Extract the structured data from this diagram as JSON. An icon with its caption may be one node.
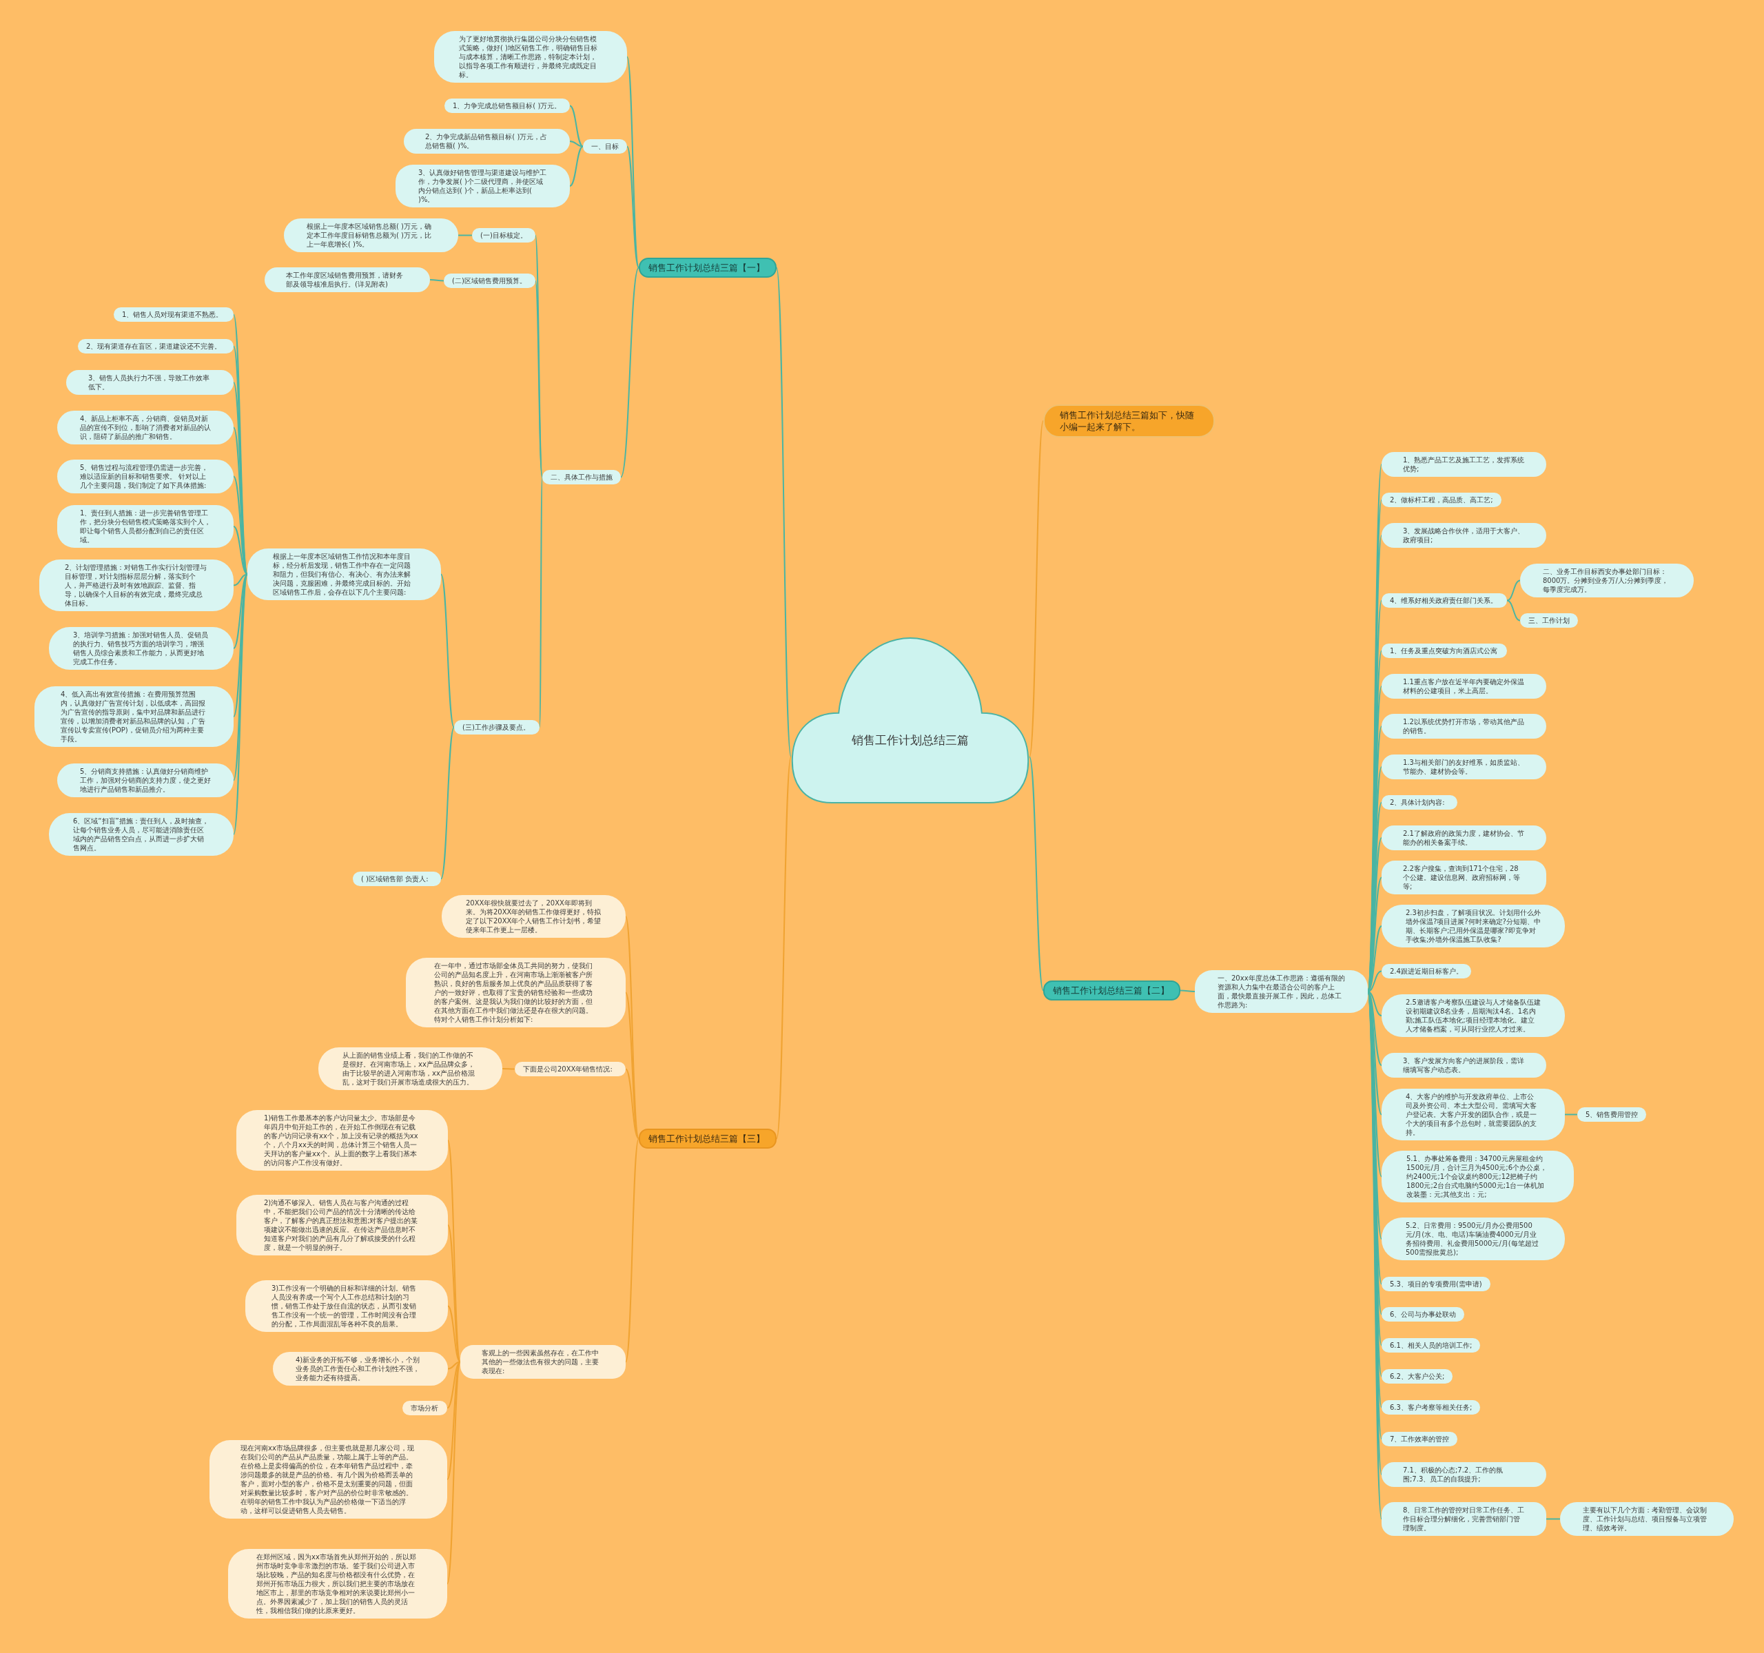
{
  "diagram": {
    "nodes": [
      {
        "text": [
          "销售工作计划总结三篇"
        ]
      },
      {
        "text": [
          "销售工作计划总结三篇【一】"
        ]
      },
      {
        "text": [
          "为了更好地贯彻执行集团公司分块分包销售模式策略，做好( )地区销售工作，明确销售目标与成本核算，清晰工作思路，特制定本计划，以指导各项工作有顺进行，并最终完成既定目标。"
        ]
      },
      {
        "text": [
          "一、目标"
        ]
      },
      {
        "text": [
          "1、力争完成总销售额目标( )万元。"
        ]
      },
      {
        "text": [
          "2、力争完成新品销售额目标( )万元，占总销售额( )%。"
        ]
      },
      {
        "text": [
          "3、认真做好销售管理与渠道建设与维护工作，力争发展( )个二级代理商，并使区域内分销点达到( )个，新品上柜率达到( )%。"
        ]
      },
      {
        "text": [
          "二、具体工作与措施"
        ]
      },
      {
        "text": [
          "(一)目标核定。"
        ]
      },
      {
        "text": [
          "根据上一年度本区域销售总额( )万元，确定本工作年度目标销售总额为( )万元，比上一年底增长( )%。"
        ]
      },
      {
        "text": [
          "(二)区域销售费用预算。"
        ]
      },
      {
        "text": [
          "本工作年度区域销售费用预算，请财务部及领导核准后执行。(详见附表)"
        ]
      },
      {
        "text": [
          "(三)工作步骤及要点。"
        ]
      },
      {
        "text": [
          "根据上一年度本区域销售工作情况和本年度目标，经分析后发现，销售工作中存在一定问题和阻力，但我们有信心、有决心、有办法来解决问题，克服困难，并最终完成目标的。开始区域销售工作后，会存在以下几个主要问题:"
        ]
      },
      {
        "text": [
          "1、销售人员对现有渠道不熟悉。"
        ]
      },
      {
        "text": [
          "2、现有渠道存在盲区，渠道建设还不完善。"
        ]
      },
      {
        "text": [
          "3、销售人员执行力不强，导致工作效率低下。"
        ]
      },
      {
        "text": [
          "4、新品上柜率不高，分销商、促销员对新品的宣传不到位，影响了消费者对新品的认识，阻碍了新品的推广和销售。"
        ]
      },
      {
        "text": [
          "5、销售过程与流程管理仍需进一步完善，难以适应新的目标和销售要求。 针对以上几个主要问题，我们制定了如下具体措施:"
        ]
      },
      {
        "text": [
          "1、责任到人措施：进一步完善销售管理工作，把分块分包销售模式策略落实到个人，即让每个销售人员都分配到自己的责任区域。"
        ]
      },
      {
        "text": [
          "2、计划管理措施：对销售工作实行计划管理与目标管理，对计划指标层层分解，落实到个人，并严格进行及时有效地跟踪、监督、指导，以确保个人目标的有效完成，最终完成总体目标。"
        ]
      },
      {
        "text": [
          "3、培训学习措施：加强对销售人员、促销员的执行力、销售技巧方面的培训学习，增强销售人员综合素质和工作能力，从而更好地完成工作任务。"
        ]
      },
      {
        "text": [
          "4、低入高出有效宣传措施：在费用预算范围内，认真做好广告宣传计划，以低成本，高回报为广告宣传的指导原则，集中对品牌和新品进行宣传，以增加消费者对新品和品牌的认知，广告宣传以专卖宣传(POP)，促销员介绍为两种主要手段。"
        ]
      },
      {
        "text": [
          "5、分销商支持措施：认真做好分销商维护工作，加强对分销商的支持力度，使之更好地进行产品销售和新品推介。"
        ]
      },
      {
        "text": [
          "6、区域“扫盲”措施：责任到人，及时抽查，让每个销售业务人员，尽可能进消除责任区域内的产品销售空白点，从而进一步扩大销售网点。"
        ]
      },
      {
        "text": [
          "( )区域销售部 负责人:"
        ]
      },
      {
        "text": [
          "销售工作计划总结三篇如下，快随小编一起来了解下。"
        ]
      },
      {
        "text": [
          "销售工作计划总结三篇【二】"
        ]
      },
      {
        "text": [
          "一、20xx年度总体工作思路：遵循有限的资源和人力集中在最适合公司的客户上面，最快最直接开展工作，因此，总体工作思路为:"
        ]
      },
      {
        "text": [
          "1、熟悉产品工艺及施工工艺，发挥系统优势;"
        ]
      },
      {
        "text": [
          "2、做标杆工程，高品质、高工艺;"
        ]
      },
      {
        "text": [
          "3、发展战略合作伙伴，适用于大客户、政府项目;"
        ]
      },
      {
        "text": [
          "4、维系好相关政府责任部门关系。"
        ]
      },
      {
        "text": [
          "二、业务工作目标西安办事处部门目标：8000万。分摊到业务万/人;分摊到季度，每季度完成万。"
        ]
      },
      {
        "text": [
          "三、工作计划"
        ]
      },
      {
        "text": [
          "1、任务及重点突破方向酒店式公寓"
        ]
      },
      {
        "text": [
          "1.1重点客户放在近半年内要确定外保温材料的公建项目，米上高层。"
        ]
      },
      {
        "text": [
          "1.2以系统优势打开市场，带动其他产品的销售。"
        ]
      },
      {
        "text": [
          "1.3与相关部门的友好维系，如质监站、节能办、建材协会等。"
        ]
      },
      {
        "text": [
          "2、具体计划内容:"
        ]
      },
      {
        "text": [
          "2.1了解政府的政策力度，建材协会、节能办的相关备案手续。"
        ]
      },
      {
        "text": [
          "2.2客户搜集，查询到171个住宅，28个公建。建设信息网、政府招标网，等等;"
        ]
      },
      {
        "text": [
          "2.3初步扫盘，了解项目状况。计划用什么外墙外保温?项目进展?何时来确定?分短期、中期、长期客户;已用外保温是哪家?即竞争对手收集;外墙外保温施工队收集?"
        ]
      },
      {
        "text": [
          "2.4跟进近期目标客户。"
        ]
      },
      {
        "text": [
          "2.5邀请客户考察队伍建设与人才储备队伍建设初期建议8名业务，后期淘汰4名。1名内勤;施工队伍本地化;项目经理本地化。建立人才储备档案，可从同行业挖人才过来。"
        ]
      },
      {
        "text": [
          "3、客户发展方向客户的进展阶段，需详细填写客户动态表。"
        ]
      },
      {
        "text": [
          "4、大客户的维护与开发政府单位、上市公司及外资公司、本土大型公司。需填写大客户登记表。大客户开发的团队合作，或是一个大的项目有多个总包时，就需要团队的支持。"
        ]
      },
      {
        "text": [
          "5、销售费用管控"
        ]
      },
      {
        "text": [
          "5.1、办事处筹备费用：34700元房屋租金约1500元/月，合计三月为4500元;6个办公桌，约2400元;1个会议桌约800元;12把椅子约1800元;2台台式电脑约5000元;1台一体机加改装墨：元;其他支出：元;"
        ]
      },
      {
        "text": [
          "5.2、日常费用：9500元/月办公费用500元/月(水、电、电话)车辆油费4000元/月业务招待费用、礼金费用5000元/月(每笔超过500需报批黄总);"
        ]
      },
      {
        "text": [
          "5.3、项目的专项费用(需申请)"
        ]
      },
      {
        "text": [
          "6、公司与办事处联动"
        ]
      },
      {
        "text": [
          "6.1、相关人员的培训工作;"
        ]
      },
      {
        "text": [
          "6.2、大客户公关;"
        ]
      },
      {
        "text": [
          "6.3、客户考察等相关任务;"
        ]
      },
      {
        "text": [
          "7、工作效率的管控"
        ]
      },
      {
        "text": [
          "7.1、积极的心态;7.2、工作的氛围;7.3、员工的自我提升;"
        ]
      },
      {
        "text": [
          "8、日常工作的管控对日常工作任务、工作目标合理分解细化，完善营销部门管理制度。"
        ]
      },
      {
        "text": [
          "主要有以下几个方面：考勤管理、会议制度、工作计划与总结、项目报备与立项管理、绩效考评。"
        ]
      },
      {
        "text": [
          "销售工作计划总结三篇【三】"
        ]
      },
      {
        "text": [
          "20XX年很快就要过去了，20XX年即将到来。为将20XX年的销售工作做得更好，特拟定了以下20XX年个人销售工作计划书，希望使来年工作更上一层楼。"
        ]
      },
      {
        "text": [
          "在一年中，通过市场部全体员工共同的努力，使我们公司的产品知名度上升，在河南市场上渐渐被客户所熟识，良好的售后服务加上优良的产品品质获得了客户的一致好评，也取得了宝贵的销售经验和一些成功的客户案例。这是我认为我们做的比较好的方面，但在其他方面在工作中我们做法还是存在很大的问题。特对个人销售工作计划分析如下:"
        ]
      },
      {
        "text": [
          "下面是公司20XX年销售情况:"
        ]
      },
      {
        "text": [
          "从上面的销售业绩上看，我们的工作做的不是很好。在河南市场上，xx产品品牌众多，由于比较早的进入河南市场，xx产品价格混乱，这对于我们开展市场造成很大的压力。"
        ]
      },
      {
        "text": [
          "客观上的一些因素虽然存在，在工作中其他的一些做法也有很大的问题，主要表现在:"
        ]
      },
      {
        "text": [
          "1)销售工作最基本的客户访问量太少。市场部是今年四月中旬开始工作的，在开始工作倒现在有记载的客户访问记录有xx个，加上没有记录的概括为xx个，八个月xx天的时间，总体计算三个销售人员一天拜访的客户量xx个。从上面的数字上看我们基本的访问客户工作没有做好。"
        ]
      },
      {
        "text": [
          "2)沟通不够深入。销售人员在与客户沟通的过程中，不能把我们公司产品的情况十分清晰的传达给客户，了解客户的真正想法和意图;对客户提出的某项建议不能做出迅速的反应。在传达产品信息时不知道客户对我们的产品有几分了解或接受的什么程度，就是一个明显的例子。"
        ]
      },
      {
        "text": [
          "3)工作没有一个明确的目标和详细的计划。销售人员没有养成一个写个人工作总结和计划的习惯，销售工作处于放任自流的状态，从而引发销售工作没有一个统一的管理，工作时间没有合理的分配，工作局面混乱等各种不良的后果。"
        ]
      },
      {
        "text": [
          "4)新业务的开拓不够，业务增长小，个别业务员的工作责任心和工作计划性不强，业务能力还有待提高。"
        ]
      },
      {
        "text": [
          "市场分析"
        ]
      },
      {
        "text": [
          "现在河南xx市场品牌很多，但主要也就是那几家公司，现在我们公司的产品从产品质量，功能上属于上等的产品。在价格上是卖得偏高的价位，在本年销售产品过程中，牵涉问题最多的就是产品的价格。有几个因为价格而丢单的客户，面对小型的客户，价格不是太别重要的问题，但面对采购数量比较多时，客户对产品的价位时非常敏感的。在明年的销售工作中我认为产品的价格做一下适当的浮动，这样可以促进销售人员去销售。"
        ]
      },
      {
        "text": [
          "在郑州区域，因为xx市场首先从郑州开始的，所以郑州市场时竞争非常激烈的市场。签于我们公司进入市场比较晚，产品的知名度与价格都没有什么优势，在郑州开拓市场压力很大，所以我们把主要的市场放在地区市上，那里的市场竞争相对的来说要比郑州小一点。外界因素减少了，加上我们的销售人员的灵活性，我相信我们做的比原来更好。"
        ]
      }
    ],
    "edges": [
      {
        "from": 0,
        "to": 1,
        "arrow": "none"
      },
      {
        "from": 0,
        "to": 26,
        "arrow": "none",
        "color": "#f0a332"
      },
      {
        "from": 0,
        "to": 27,
        "arrow": "none"
      },
      {
        "from": 0,
        "to": 59,
        "arrow": "none",
        "color": "#f0a332"
      },
      {
        "from": 1,
        "to": 2,
        "arrow": "none"
      },
      {
        "from": 1,
        "to": 3,
        "arrow": "none"
      },
      {
        "from": 1,
        "to": 7,
        "arrow": "none"
      },
      {
        "from": 3,
        "to": 4,
        "arrow": "none"
      },
      {
        "from": 3,
        "to": 5,
        "arrow": "none"
      },
      {
        "from": 3,
        "to": 6,
        "arrow": "none"
      },
      {
        "from": 7,
        "to": 8,
        "arrow": "none"
      },
      {
        "from": 7,
        "to": 10,
        "arrow": "none"
      },
      {
        "from": 7,
        "to": 12,
        "arrow": "none"
      },
      {
        "from": 8,
        "to": 9,
        "arrow": "none"
      },
      {
        "from": 10,
        "to": 11,
        "arrow": "none"
      },
      {
        "from": 12,
        "to": 13,
        "arrow": "none"
      },
      {
        "from": 12,
        "to": 25,
        "arrow": "none"
      },
      {
        "from": 13,
        "to": 14,
        "arrow": "none"
      },
      {
        "from": 13,
        "to": 15,
        "arrow": "none"
      },
      {
        "from": 13,
        "to": 16,
        "arrow": "none"
      },
      {
        "from": 13,
        "to": 17,
        "arrow": "none"
      },
      {
        "from": 13,
        "to": 18,
        "arrow": "none"
      },
      {
        "from": 13,
        "to": 19,
        "arrow": "none"
      },
      {
        "from": 13,
        "to": 20,
        "arrow": "none"
      },
      {
        "from": 13,
        "to": 21,
        "arrow": "none"
      },
      {
        "from": 13,
        "to": 22,
        "arrow": "none"
      },
      {
        "from": 13,
        "to": 23,
        "arrow": "none"
      },
      {
        "from": 13,
        "to": 24,
        "arrow": "none"
      },
      {
        "from": 27,
        "to": 28,
        "arrow": "none"
      },
      {
        "from": 28,
        "to": 29,
        "arrow": "none"
      },
      {
        "from": 28,
        "to": 30,
        "arrow": "none"
      },
      {
        "from": 28,
        "to": 31,
        "arrow": "none"
      },
      {
        "from": 28,
        "to": 32,
        "arrow": "none"
      },
      {
        "from": 32,
        "to": 33,
        "arrow": "none"
      },
      {
        "from": 32,
        "to": 34,
        "arrow": "none"
      },
      {
        "from": 28,
        "to": 35,
        "arrow": "none"
      },
      {
        "from": 28,
        "to": 36,
        "arrow": "none"
      },
      {
        "from": 28,
        "to": 37,
        "arrow": "none"
      },
      {
        "from": 28,
        "to": 38,
        "arrow": "none"
      },
      {
        "from": 28,
        "to": 39,
        "arrow": "none"
      },
      {
        "from": 28,
        "to": 40,
        "arrow": "none"
      },
      {
        "from": 28,
        "to": 41,
        "arrow": "none"
      },
      {
        "from": 28,
        "to": 42,
        "arrow": "none"
      },
      {
        "from": 28,
        "to": 43,
        "arrow": "none"
      },
      {
        "from": 28,
        "to": 44,
        "arrow": "none"
      },
      {
        "from": 28,
        "to": 45,
        "arrow": "none"
      },
      {
        "from": 28,
        "to": 46,
        "arrow": "none"
      },
      {
        "from": 46,
        "to": 47,
        "arrow": "none"
      },
      {
        "from": 28,
        "to": 48,
        "arrow": "none"
      },
      {
        "from": 28,
        "to": 49,
        "arrow": "none"
      },
      {
        "from": 28,
        "to": 50,
        "arrow": "none"
      },
      {
        "from": 28,
        "to": 51,
        "arrow": "none"
      },
      {
        "from": 28,
        "to": 52,
        "arrow": "none"
      },
      {
        "from": 28,
        "to": 53,
        "arrow": "none"
      },
      {
        "from": 28,
        "to": 54,
        "arrow": "none"
      },
      {
        "from": 28,
        "to": 55,
        "arrow": "none"
      },
      {
        "from": 28,
        "to": 56,
        "arrow": "none"
      },
      {
        "from": 28,
        "to": 57,
        "arrow": "none"
      },
      {
        "from": 57,
        "to": 58,
        "arrow": "none"
      },
      {
        "from": 59,
        "to": 60,
        "arrow": "none",
        "color": "#f0a332"
      },
      {
        "from": 59,
        "to": 61,
        "arrow": "none",
        "color": "#f0a332"
      },
      {
        "from": 59,
        "to": 62,
        "arrow": "none",
        "color": "#f0a332"
      },
      {
        "from": 62,
        "to": 63,
        "arrow": "none",
        "color": "#f0a332"
      },
      {
        "from": 59,
        "to": 64,
        "arrow": "none",
        "color": "#f0a332"
      },
      {
        "from": 64,
        "to": 65,
        "arrow": "none",
        "color": "#f0a332"
      },
      {
        "from": 64,
        "to": 66,
        "arrow": "none",
        "color": "#f0a332"
      },
      {
        "from": 64,
        "to": 67,
        "arrow": "none",
        "color": "#f0a332"
      },
      {
        "from": 64,
        "to": 68,
        "arrow": "none",
        "color": "#f0a332"
      },
      {
        "from": 64,
        "to": 69,
        "arrow": "none",
        "color": "#f0a332"
      },
      {
        "from": 64,
        "to": 70,
        "arrow": "none",
        "color": "#f0a332"
      },
      {
        "from": 64,
        "to": 71,
        "arrow": "none",
        "color": "#f0a332"
      }
    ]
  }
}
